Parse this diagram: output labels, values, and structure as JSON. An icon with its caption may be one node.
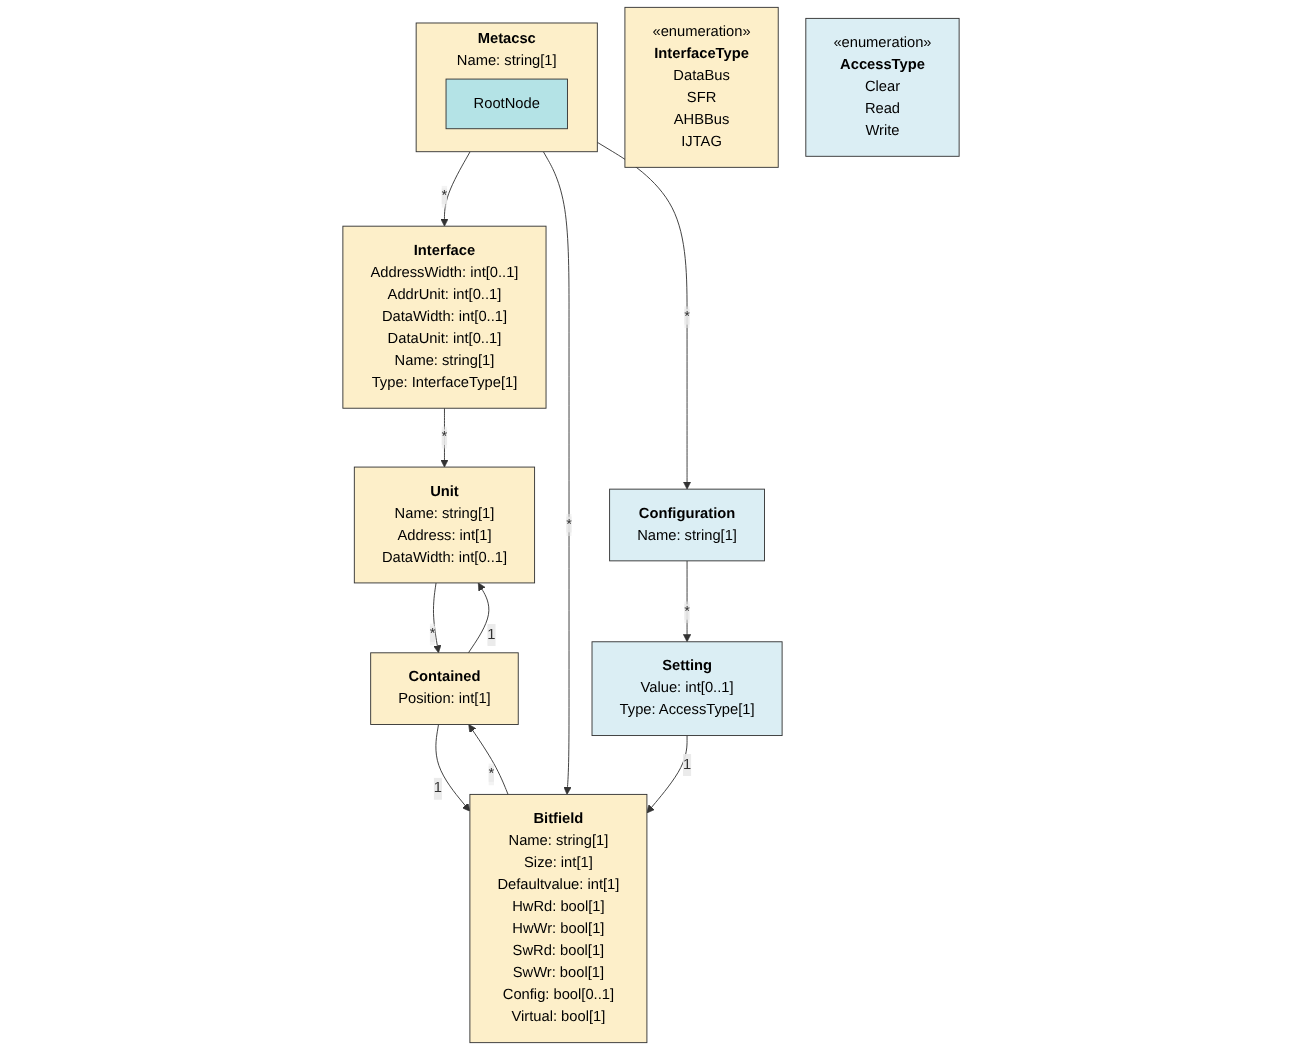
{
  "diagram": {
    "nodes": [
      {
        "text": [
          "«enumeration»",
          "InterfaceType",
          "DataBus",
          "SFR",
          "AHBBus",
          "IJTAG"
        ]
      },
      {
        "text": [
          "Metacsc",
          "Name: string[1]"
        ]
      },
      {
        "text": [
          "RootNode"
        ],
        "in": 1
      },
      {
        "text": [
          "«enumeration»",
          "AccessType",
          "Clear",
          "Read",
          "Write"
        ]
      },
      {
        "text": [
          "Interface",
          "AddressWidth: int[0..1]",
          "AddrUnit: int[0..1]",
          "DataWidth: int[0..1]",
          "DataUnit: int[0..1]",
          "Name: string[1]",
          "Type: InterfaceType[1]"
        ]
      },
      {
        "text": [
          "Bitfield",
          "Name: string[1]",
          "Size: int[1]",
          "Defaultvalue: int[1]",
          "HwRd: bool[1]",
          "HwWr: bool[1]",
          "SwRd: bool[1]",
          "SwWr: bool[1]",
          "Config: bool[0..1]",
          "Virtual: bool[1]"
        ]
      },
      {
        "text": [
          "Configuration",
          "Name: string[1]"
        ]
      },
      {
        "text": [
          "Setting",
          "Value: int[0..1]",
          "Type: AccessType[1]"
        ]
      },
      {
        "text": [
          "Unit",
          "Name: string[1]",
          "Address: int[1]",
          "DataWidth: int[0..1]"
        ]
      },
      {
        "text": [
          "Contained",
          "Position: int[1]"
        ]
      }
    ],
    "edges": [
      {
        "from": 1,
        "to": 4,
        "arrow": "to",
        "label": "*"
      },
      {
        "from": 1,
        "to": 5,
        "arrow": "to",
        "label": "*"
      },
      {
        "from": 1,
        "to": 6,
        "arrow": "to",
        "label": "*"
      },
      {
        "from": 6,
        "to": 7,
        "arrow": "to",
        "label": "*"
      },
      {
        "from": 7,
        "to": 5,
        "arrow": "to",
        "label": "1"
      },
      {
        "from": 4,
        "to": 8,
        "arrow": "to",
        "label": "*"
      },
      {
        "from": 5,
        "to": 9,
        "arrow": "to",
        "label": "*"
      },
      {
        "from": 9,
        "to": 5,
        "arrow": "to",
        "label": "1"
      },
      {
        "from": 9,
        "to": 8,
        "arrow": "to",
        "label": "1"
      },
      {
        "from": 8,
        "to": 9,
        "arrow": "to",
        "label": "*"
      }
    ]
  }
}
